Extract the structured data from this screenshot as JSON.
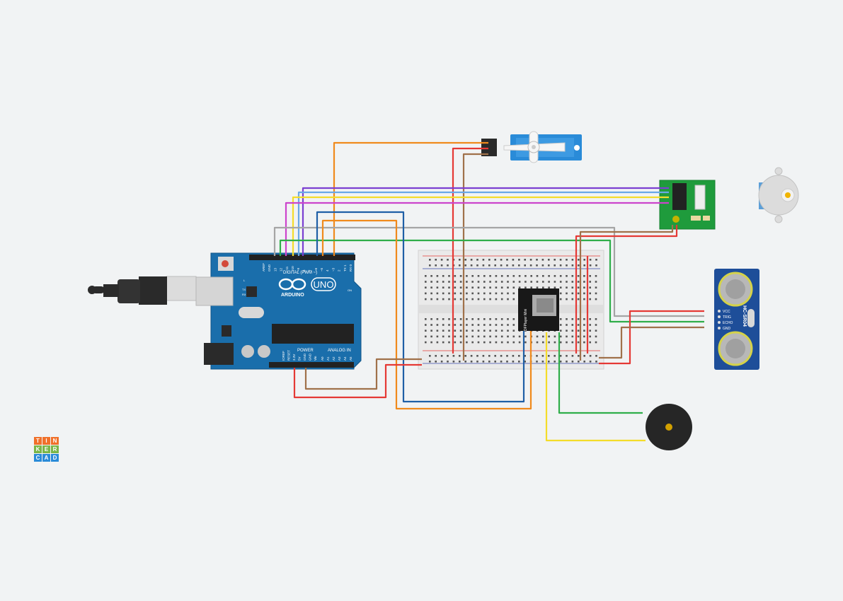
{
  "arduino": {
    "label_digital": "DIGITAL (PWM ~)",
    "label_power": "POWER",
    "label_analog": "ANALOG IN",
    "brand": "ARDUINO",
    "model": "UNO",
    "label_tx": "TX",
    "label_rx": "RX",
    "label_l": "L",
    "label_on": "ON",
    "pins_top": [
      "AREF",
      "GND",
      "13",
      "12",
      "~11",
      "~10",
      "~9",
      "8",
      "7",
      "~6",
      "~5",
      "4",
      "~3",
      "2",
      "TX 1",
      "RX 0"
    ],
    "pins_power": [
      "IOREF",
      "RESET",
      "3.3V",
      "5V",
      "GND",
      "GND",
      "Vin"
    ],
    "pins_analog": [
      "A0",
      "A1",
      "A2",
      "A3",
      "A4",
      "A5"
    ]
  },
  "ultrasonic": {
    "model": "HC-SR04",
    "pins": [
      "VCC",
      "TRIG",
      "ECHO",
      "GND"
    ]
  },
  "mp3_module": {
    "label": "DFPlayer Mini"
  },
  "logo": {
    "letters": [
      "T",
      "I",
      "N",
      "K",
      "E",
      "R",
      "C",
      "A",
      "D"
    ]
  },
  "colors": {
    "background": "#f1f3f4",
    "arduino_blue": "#1a6eab",
    "wire_red": "#e53935",
    "wire_brown": "#a0714a",
    "wire_orange": "#f08a1c",
    "wire_blue": "#1f5fa6",
    "wire_purple": "#7b3fd1",
    "wire_lightblue": "#6aa8e6",
    "wire_yellow": "#f4dc2a",
    "wire_magenta": "#cc44cc",
    "wire_grey": "#a5a5a5",
    "wire_green": "#2fae4a",
    "logo_orange": "#f0702a",
    "logo_green": "#7ab648",
    "logo_blue": "#2a8bd8"
  }
}
